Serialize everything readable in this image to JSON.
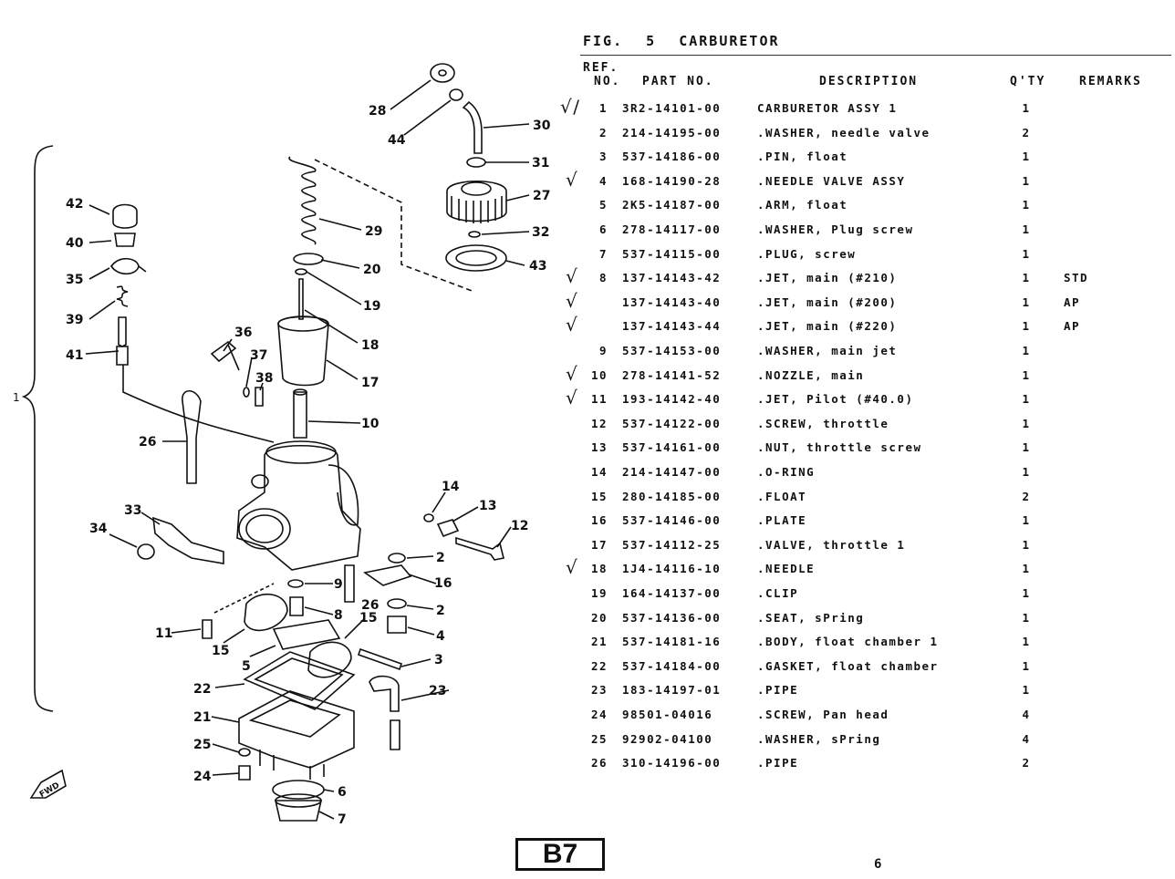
{
  "figure": {
    "label": "FIG.",
    "number": "5",
    "title": "CARBURETOR"
  },
  "columns": {
    "ref_line1": "REF.",
    "ref_line2": "NO.",
    "part": "PART NO.",
    "desc": "DESCRIPTION",
    "qty": "Q'TY",
    "remarks": "REMARKS"
  },
  "parts": [
    {
      "ref": "1",
      "part": "3R2-14101-00",
      "desc": "CARBURETOR ASSY 1",
      "qty": "1",
      "remarks": "",
      "mark": "√/"
    },
    {
      "ref": "2",
      "part": "214-14195-00",
      "desc": ".WASHER, needle valve",
      "qty": "2",
      "remarks": "",
      "mark": ""
    },
    {
      "ref": "3",
      "part": "537-14186-00",
      "desc": ".PIN, float",
      "qty": "1",
      "remarks": "",
      "mark": ""
    },
    {
      "ref": "4",
      "part": "168-14190-28",
      "desc": ".NEEDLE VALVE ASSY",
      "qty": "1",
      "remarks": "",
      "mark": "√"
    },
    {
      "ref": "5",
      "part": "2K5-14187-00",
      "desc": ".ARM, float",
      "qty": "1",
      "remarks": "",
      "mark": ""
    },
    {
      "ref": "6",
      "part": "278-14117-00",
      "desc": ".WASHER, Plug screw",
      "qty": "1",
      "remarks": "",
      "mark": ""
    },
    {
      "ref": "7",
      "part": "537-14115-00",
      "desc": ".PLUG, screw",
      "qty": "1",
      "remarks": "",
      "mark": ""
    },
    {
      "ref": "8",
      "part": "137-14143-42",
      "desc": ".JET, main (#210)",
      "qty": "1",
      "remarks": "STD",
      "mark": "√"
    },
    {
      "ref": "",
      "part": "137-14143-40",
      "desc": ".JET, main (#200)",
      "qty": "1",
      "remarks": "AP",
      "mark": "√"
    },
    {
      "ref": "",
      "part": "137-14143-44",
      "desc": ".JET, main (#220)",
      "qty": "1",
      "remarks": "AP",
      "mark": "√"
    },
    {
      "ref": "9",
      "part": "537-14153-00",
      "desc": ".WASHER, main jet",
      "qty": "1",
      "remarks": "",
      "mark": ""
    },
    {
      "ref": "10",
      "part": "278-14141-52",
      "desc": ".NOZZLE, main",
      "qty": "1",
      "remarks": "",
      "mark": "√"
    },
    {
      "ref": "11",
      "part": "193-14142-40",
      "desc": ".JET, Pilot (#40.0)",
      "qty": "1",
      "remarks": "",
      "mark": "√"
    },
    {
      "ref": "12",
      "part": "537-14122-00",
      "desc": ".SCREW, throttle",
      "qty": "1",
      "remarks": "",
      "mark": ""
    },
    {
      "ref": "13",
      "part": "537-14161-00",
      "desc": ".NUT, throttle screw",
      "qty": "1",
      "remarks": "",
      "mark": ""
    },
    {
      "ref": "14",
      "part": "214-14147-00",
      "desc": ".O-RING",
      "qty": "1",
      "remarks": "",
      "mark": ""
    },
    {
      "ref": "15",
      "part": "280-14185-00",
      "desc": ".FLOAT",
      "qty": "2",
      "remarks": "",
      "mark": ""
    },
    {
      "ref": "16",
      "part": "537-14146-00",
      "desc": ".PLATE",
      "qty": "1",
      "remarks": "",
      "mark": ""
    },
    {
      "ref": "17",
      "part": "537-14112-25",
      "desc": ".VALVE, throttle 1",
      "qty": "1",
      "remarks": "",
      "mark": ""
    },
    {
      "ref": "18",
      "part": "1J4-14116-10",
      "desc": ".NEEDLE",
      "qty": "1",
      "remarks": "",
      "mark": "√"
    },
    {
      "ref": "19",
      "part": "164-14137-00",
      "desc": ".CLIP",
      "qty": "1",
      "remarks": "",
      "mark": ""
    },
    {
      "ref": "20",
      "part": "537-14136-00",
      "desc": ".SEAT, sPring",
      "qty": "1",
      "remarks": "",
      "mark": ""
    },
    {
      "ref": "21",
      "part": "537-14181-16",
      "desc": ".BODY, float chamber 1",
      "qty": "1",
      "remarks": "",
      "mark": ""
    },
    {
      "ref": "22",
      "part": "537-14184-00",
      "desc": ".GASKET, float chamber",
      "qty": "1",
      "remarks": "",
      "mark": ""
    },
    {
      "ref": "23",
      "part": "183-14197-01",
      "desc": ".PIPE",
      "qty": "1",
      "remarks": "",
      "mark": ""
    },
    {
      "ref": "24",
      "part": "98501-04016",
      "desc": ".SCREW, Pan head",
      "qty": "4",
      "remarks": "",
      "mark": ""
    },
    {
      "ref": "25",
      "part": "92902-04100",
      "desc": ".WASHER, sPring",
      "qty": "4",
      "remarks": "",
      "mark": ""
    },
    {
      "ref": "26",
      "part": "310-14196-00",
      "desc": ".PIPE",
      "qty": "2",
      "remarks": "",
      "mark": ""
    }
  ],
  "diagram": {
    "callouts": [
      "1",
      "2",
      "3",
      "4",
      "5",
      "6",
      "7",
      "8",
      "9",
      "10",
      "11",
      "12",
      "13",
      "14",
      "15",
      "16",
      "17",
      "18",
      "19",
      "20",
      "21",
      "22",
      "23",
      "24",
      "25",
      "26",
      "27",
      "28",
      "29",
      "30",
      "31",
      "32",
      "33",
      "34",
      "35",
      "36",
      "37",
      "38",
      "39",
      "40",
      "41",
      "42",
      "43",
      "44"
    ],
    "fwd_label": "FWD"
  },
  "footer": {
    "section_code": "B7",
    "page_number": "6"
  }
}
